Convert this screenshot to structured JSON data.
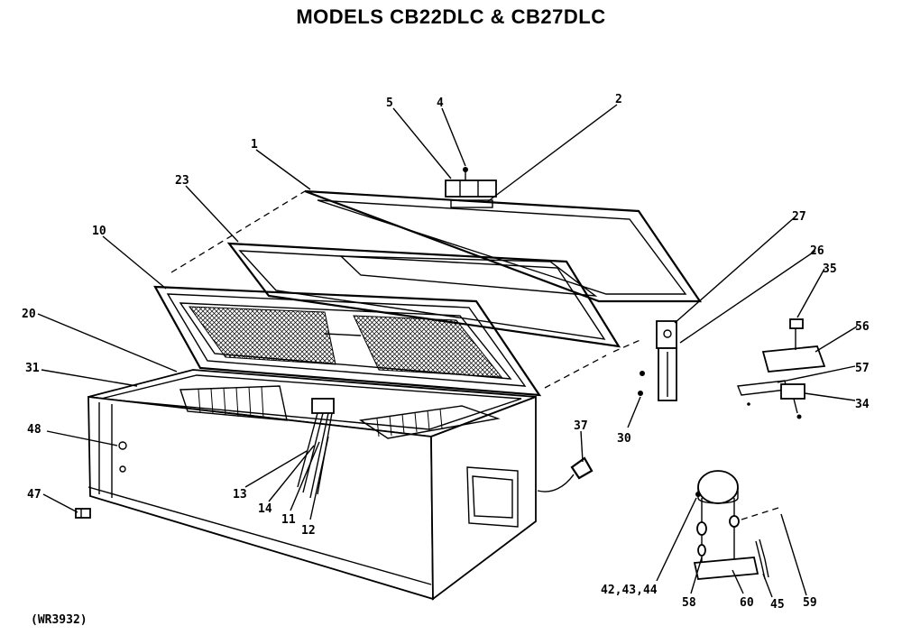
{
  "title": "MODELS CB22DLC & CB27DLC",
  "caption": "(WR3932)",
  "callouts": {
    "c1": "1",
    "c2": "2",
    "c4": "4",
    "c5": "5",
    "c10": "10",
    "c11": "11",
    "c12": "12",
    "c13": "13",
    "c14": "14",
    "c20": "20",
    "c23": "23",
    "c26": "26",
    "c27": "27",
    "c30": "30",
    "c31": "31",
    "c34": "34",
    "c35": "35",
    "c37": "37",
    "c42": "42,43,44",
    "c45": "45",
    "c47": "47",
    "c48": "48",
    "c56": "56",
    "c57": "57",
    "c58": "58",
    "c59": "59",
    "c60": "60"
  }
}
